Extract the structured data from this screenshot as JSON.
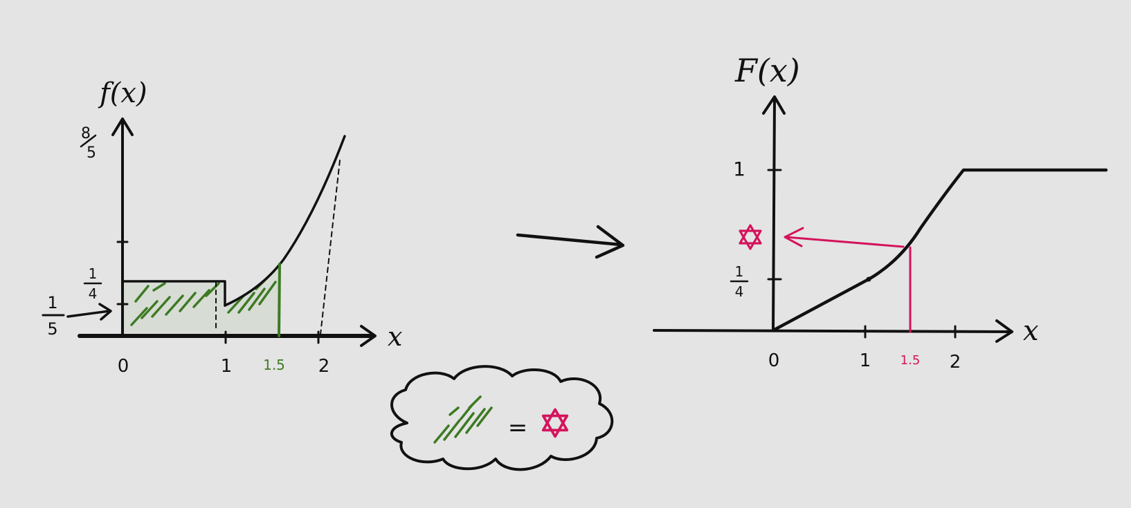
{
  "left_graph": {
    "y_label": "f(x)",
    "y_tick_top_num": "8",
    "y_tick_top_den": "5",
    "y_tick_quarter_num": "1",
    "y_tick_quarter_den": "4",
    "pointer_num": "1",
    "pointer_den": "5",
    "x_label": "x",
    "x_ticks": [
      "0",
      "1",
      "1.5",
      "2"
    ]
  },
  "right_graph": {
    "y_label": "F(x)",
    "y_tick_one": "1",
    "y_tick_quarter_num": "1",
    "y_tick_quarter_den": "4",
    "x_label": "x",
    "x_ticks": [
      "0",
      "1",
      "1.5",
      "2"
    ]
  },
  "legend_cloud": {
    "equals": "="
  },
  "colors": {
    "ink": "#111111",
    "shade": "#3d7a22",
    "accent": "#d4135c",
    "background": "#e4e4e4"
  },
  "icons": [
    "star-of-david-icon",
    "arrow-right-icon"
  ]
}
